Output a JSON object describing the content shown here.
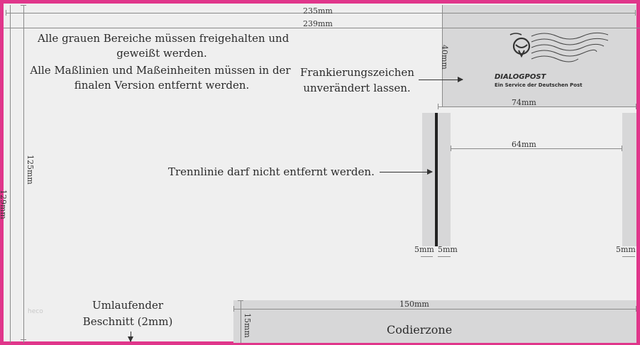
{
  "dimensions": {
    "width_235": "235mm",
    "width_239": "239mm",
    "height_125": "125mm",
    "height_129": "129mm",
    "stamp_height": "40mm",
    "stamp_width": "74mm",
    "address_width": "64mm",
    "margin_left": "5mm",
    "margin_mid": "5mm",
    "margin_right": "5mm",
    "coding_width": "150mm",
    "coding_height": "15mm"
  },
  "notes": {
    "grey_areas_line1": "Alle grauen Bereiche müssen freigehalten und",
    "grey_areas_line2": "geweißt werden.",
    "grey_areas_line3": "Alle Maßlinien und Maßeinheiten müssen in der",
    "grey_areas_line4": "finalen Version entfernt werden.",
    "franking_line1": "Frankierungszeichen",
    "franking_line2": "unverändert lassen.",
    "separator": "Trennlinie darf nicht entfernt werden.",
    "bleed_line1": "Umlaufender",
    "bleed_line2": "Beschnitt (2mm)",
    "coding_zone": "Codierzone"
  },
  "stamp": {
    "brand": "DIALOGPOST",
    "tagline": "Ein Service der Deutschen Post"
  },
  "watermark": "heco",
  "colors": {
    "frame": "#e0368b",
    "grey_zone": "#d7d7d8",
    "separator": "#222222"
  }
}
